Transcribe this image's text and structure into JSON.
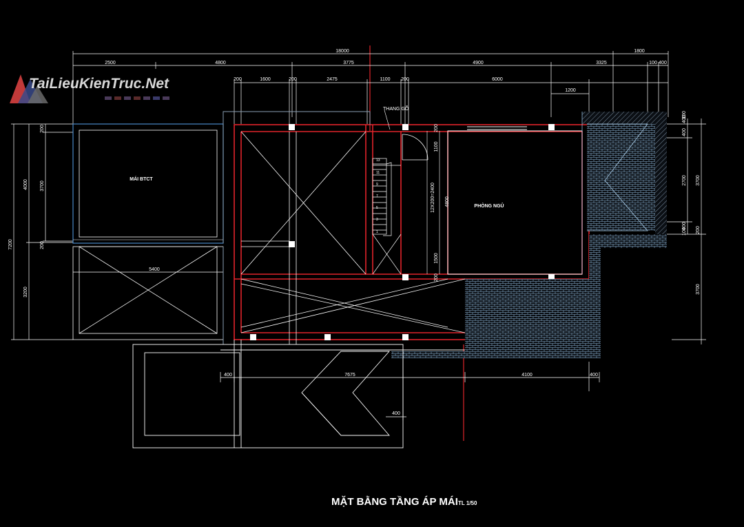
{
  "logo": {
    "text": "TaiLieuKienTruc.Net"
  },
  "title": {
    "main": "MẶT BẰNG TẦNG ÁP MÁI",
    "scale": "TL 1/50"
  },
  "rooms": {
    "roof": "MÁI BTCT",
    "bedroom": "PHÒNG NGỦ",
    "stair": "THANG GỖ",
    "stair_spec": "12X200=2400"
  },
  "stair_steps": [
    "13",
    "11",
    "9",
    "7",
    "5",
    "3",
    "1"
  ],
  "dims": {
    "total_top": "18000",
    "top_a": "2500",
    "top_b": "4800",
    "top_c": "3775",
    "top_d": "4900",
    "top_e": "3325",
    "top_right_1": "1800",
    "top_right_2": "100",
    "top_right_3": "400",
    "row3_a": "200",
    "row3_b": "1600",
    "row3_c": "200",
    "row3_d": "2475",
    "row3_e": "1100",
    "row3_f": "200",
    "row3_g": "6000",
    "row4_a": "1200",
    "left_total": "7200",
    "left_a": "4000",
    "left_b": "3200",
    "left_c": "3700",
    "left_d": "200",
    "mid_span": "5400",
    "stair_a": "1100",
    "stair_b": "4800",
    "stair_c": "1500",
    "stair_d": "200",
    "stair_e": "200",
    "right_a": "100",
    "right_b": "400",
    "right_c": "400",
    "right_d": "2700",
    "right_e": "3700",
    "right_f": "100",
    "right_g": "400",
    "right_h": "200",
    "right_i": "3700",
    "bot_a": "400",
    "bot_b": "7675",
    "bot_c": "4100",
    "bot_d": "400",
    "bot_e": "400"
  },
  "colors": {
    "background": "#000000",
    "wall": "#e3242b",
    "line": "#ffffff",
    "roof_outline": "#4a88c8",
    "hatch": "#8fb6d8",
    "axis": "#e3242b"
  }
}
